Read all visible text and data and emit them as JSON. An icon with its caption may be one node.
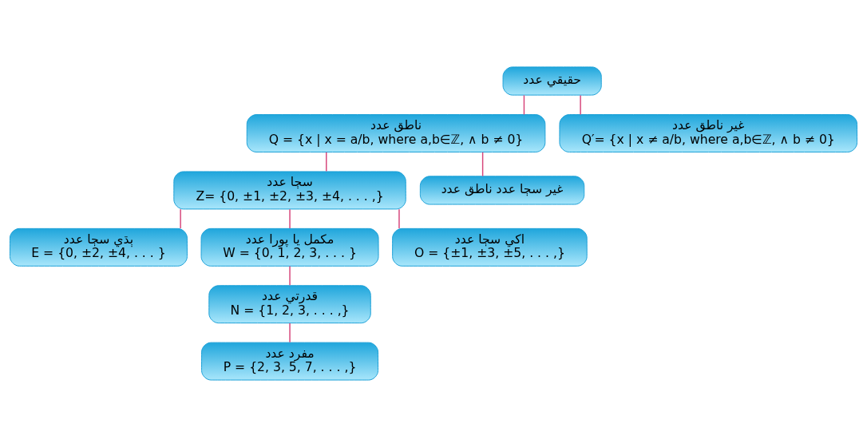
{
  "diagram": {
    "nodes": [
      {
        "text": [
          "حقيقي عدد"
        ]
      },
      {
        "text": [
          "ناطق عدد",
          "Q = {x | x = a/b, where a,b∈ℤ, ∧ b ≠ 0}"
        ]
      },
      {
        "text": [
          "غير ناطق عدد",
          "Q′= {x | x ≠ a/b, where a,b∈ℤ, ∧ b ≠ 0}"
        ]
      },
      {
        "text": [
          "سڄا عدد",
          "Z= {0, ±1, ±2, ±3, ±4, . . . ,}"
        ]
      },
      {
        "text": [
          "غير سڄا عدد ناطق عدد"
        ]
      },
      {
        "text": [
          "ٻڌي سڄا عدد",
          "E = {0, ±2, ±4, . . . }"
        ]
      },
      {
        "text": [
          "مکمل يا پورا عدد",
          "W = {0, 1, 2, 3, . . . }"
        ]
      },
      {
        "text": [
          "اکي سڄا عدد",
          "O = {±1, ±3, ±5, . . . ,}"
        ]
      },
      {
        "text": [
          "قدرتي عدد",
          "N = {1, 2, 3, . . . ,}"
        ]
      },
      {
        "text": [
          "مفرد عدد",
          "P = {2, 3, 5, 7, . . . ,}"
        ]
      }
    ],
    "edges": [
      {
        "from": 0,
        "to": 1,
        "arrow": "none"
      },
      {
        "from": 0,
        "to": 2,
        "arrow": "none"
      },
      {
        "from": 1,
        "to": 3,
        "arrow": "none"
      },
      {
        "from": 1,
        "to": 4,
        "arrow": "none"
      },
      {
        "from": 3,
        "to": 5,
        "arrow": "none"
      },
      {
        "from": 3,
        "to": 6,
        "arrow": "none"
      },
      {
        "from": 3,
        "to": 7,
        "arrow": "none"
      },
      {
        "from": 6,
        "to": 8,
        "arrow": "none"
      },
      {
        "from": 8,
        "to": 9,
        "arrow": "none"
      }
    ]
  }
}
